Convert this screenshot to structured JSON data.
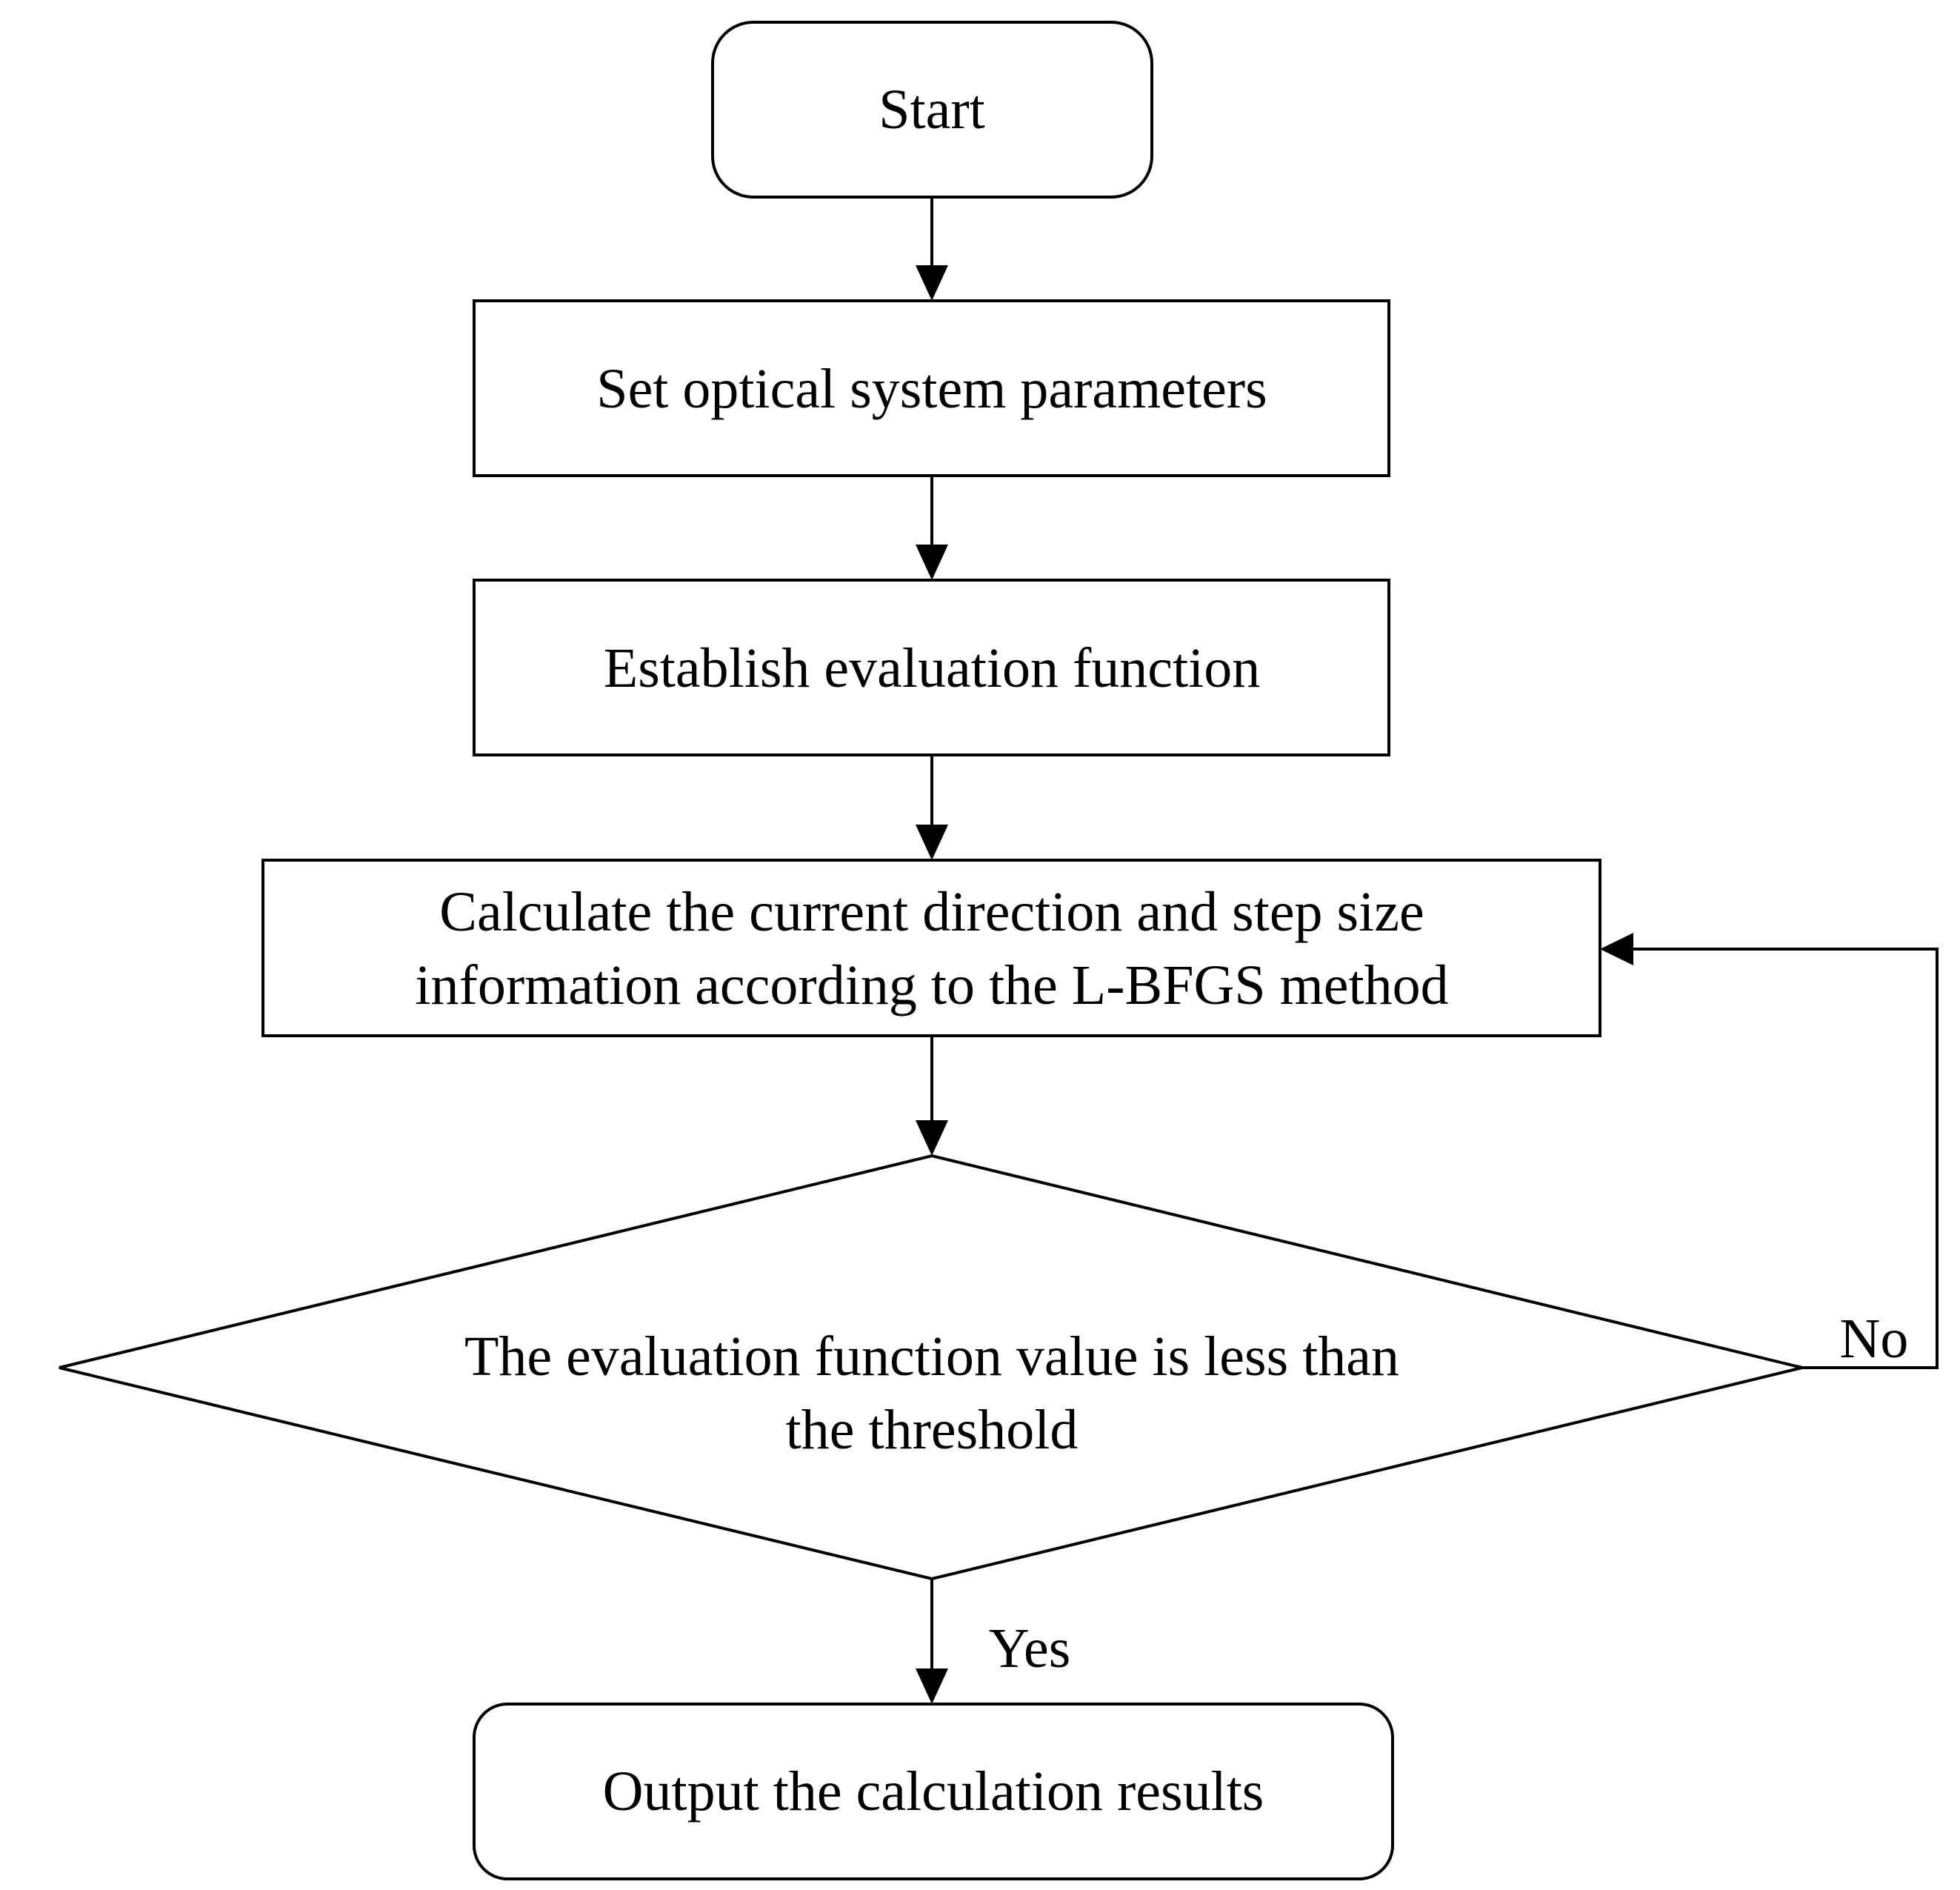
{
  "flowchart": {
    "start": {
      "label": "Start"
    },
    "set_parameters": {
      "label": "Set optical system parameters"
    },
    "establish_function": {
      "label": "Establish evaluation function"
    },
    "calculate": {
      "line1": "Calculate the current direction and step size",
      "line2": "information according to the L-BFGS method"
    },
    "decision": {
      "line1": "The evaluation function value is less than",
      "line2": "the threshold"
    },
    "output": {
      "label": "Output the calculation results"
    },
    "branch_no": "No",
    "branch_yes": "Yes"
  },
  "colors": {
    "stroke": "#000000",
    "background": "#ffffff"
  }
}
